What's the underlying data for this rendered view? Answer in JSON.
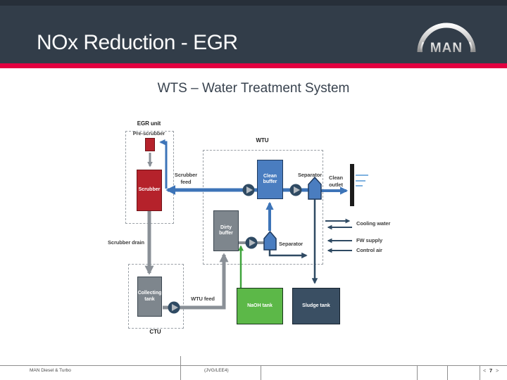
{
  "slide": {
    "header": {
      "title": "NOx Reduction - EGR",
      "logo_text": "MAN"
    },
    "subtitle": "WTS – Water Treatment System",
    "diagram": {
      "egr_unit": {
        "label": "EGR unit",
        "pre_scrubber": "Pre-scrubber",
        "scrubber": "Scrubber"
      },
      "ctu": {
        "label": "CTU",
        "collecting_tank": "Collecting tank"
      },
      "wtu": {
        "label": "WTU",
        "clean_buffer": "Clean buffer",
        "dirty_buffer": "Dirty buffer",
        "separator_top": "Separator",
        "separator_bottom": "Separator"
      },
      "tanks": {
        "naoh": "NaOH tank",
        "sludge": "Sludge tank"
      },
      "flow_labels": {
        "scrubber_feed": "Scrubber feed",
        "scrubber_drain": "Scrubber drain",
        "wtu_feed": "WTU feed",
        "clean_outlet": "Clean outlet",
        "cooling_water": "Cooling water",
        "fw_supply": "FW supply",
        "control_air": "Control air"
      }
    },
    "footer": {
      "company": "MAN Diesel & Turbo",
      "code": "(JVG/LEE4)",
      "page": "7",
      "prev": "<",
      "next": ">"
    },
    "colors": {
      "accent_red": "#e30040",
      "header_bg": "#323d49",
      "pipe_blue": "#3d74b8",
      "line_gray": "#8a9097",
      "line_navy": "#2f4a63",
      "line_green": "#3fa43c",
      "scrubber_red": "#b5222b",
      "tank_gray": "#7e868d",
      "buffer_blue": "#4a7dc0",
      "naoh_green": "#5cb848",
      "sludge_navy": "#3a4f63"
    }
  }
}
